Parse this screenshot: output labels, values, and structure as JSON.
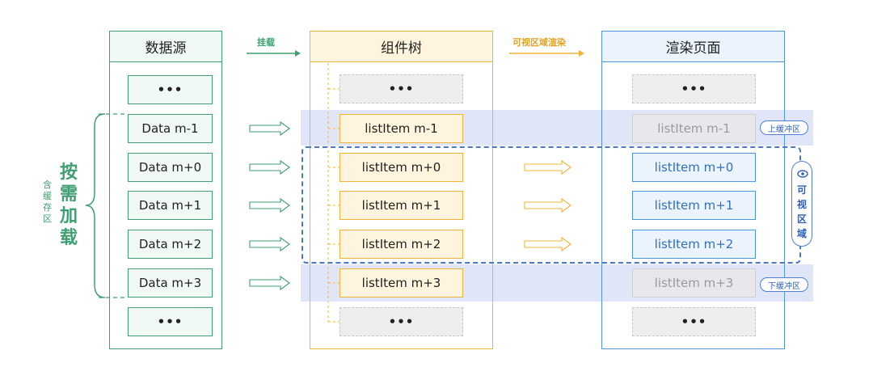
{
  "columns": {
    "source": {
      "title": "数据源"
    },
    "tree": {
      "title": "组件树"
    },
    "render": {
      "title": "渲染页面"
    }
  },
  "arrows": {
    "mount": "挂载",
    "visible_render": "可视区域渲染"
  },
  "left_labels": {
    "small": [
      "含",
      "缓",
      "存",
      "区"
    ],
    "big": [
      "按",
      "需",
      "加",
      "载"
    ]
  },
  "ellipsis": "•••",
  "data_items": [
    "Data m-1",
    "Data m+0",
    "Data m+1",
    "Data m+2",
    "Data m+3"
  ],
  "tree_items": [
    "listItem m-1",
    "listItem m+0",
    "listItem m+1",
    "listItem m+2",
    "listItem m+3"
  ],
  "render_items": [
    "listItem m-1",
    "listItem m+0",
    "listItem m+1",
    "listItem m+2",
    "listItem m+3"
  ],
  "buffer_tags": {
    "upper": "上缓冲区",
    "lower": "下缓冲区"
  },
  "visible_area": [
    "可",
    "视",
    "区",
    "域"
  ],
  "colors": {
    "green": "#3f9f72",
    "orange": "#f0b43a",
    "blue": "#4f94e0",
    "buffer": "#c9cff2"
  }
}
